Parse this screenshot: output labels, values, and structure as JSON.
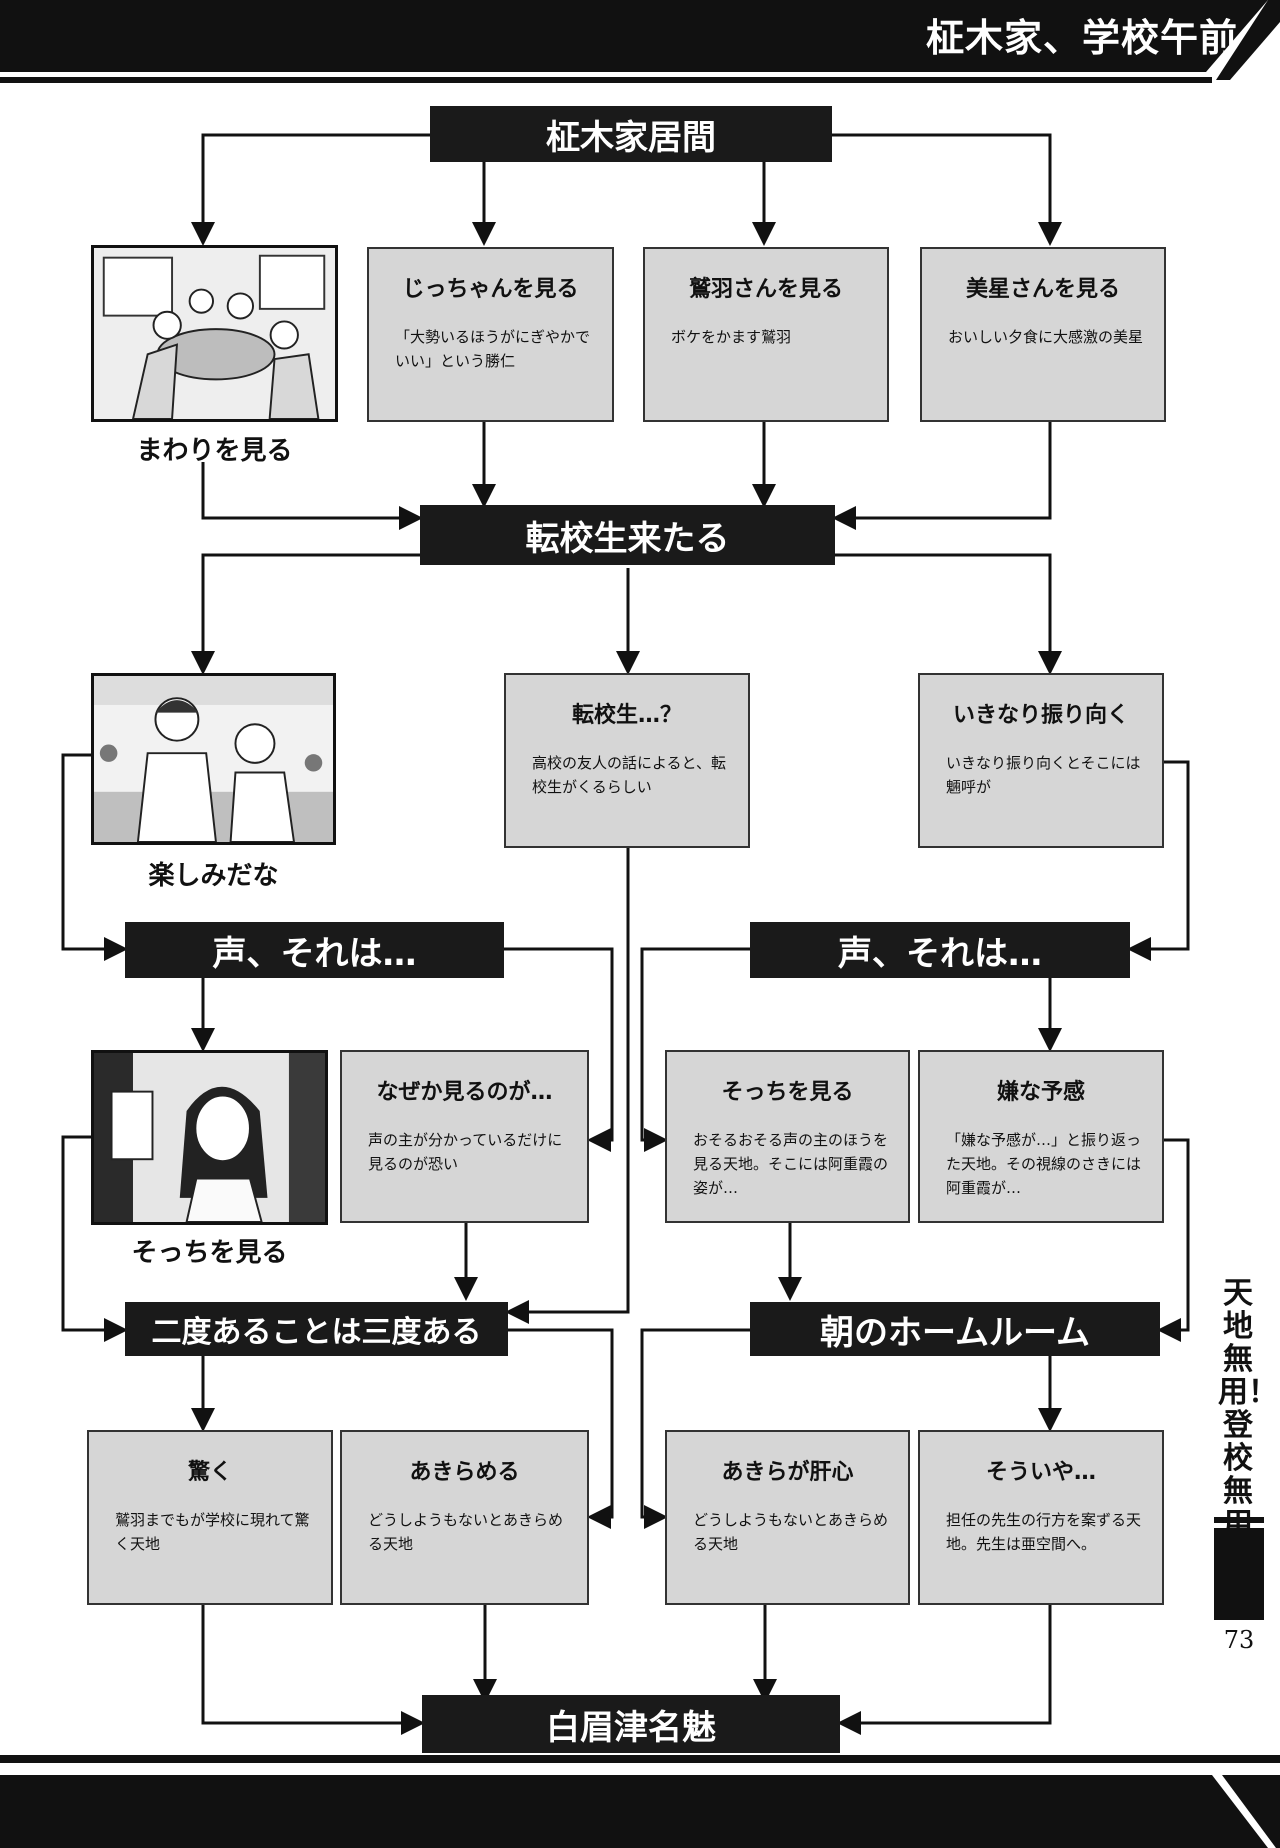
{
  "header": {
    "title": "柾木家、学校午前"
  },
  "sidebar": {
    "title": "天地無用！登校無用",
    "page_number": "73"
  },
  "nodes": {
    "living": "柾木家居間",
    "transfer": "転校生来たる",
    "voice_left": "声、それは…",
    "voice_right": "声、それは…",
    "twice": "二度あることは三度ある",
    "homeroom": "朝のホームルーム",
    "final": "白眉津名魅"
  },
  "boxes": {
    "jicchan": {
      "title": "じっちゃんを見る",
      "text": "「大勢いるほうがにぎやかでいい」という勝仁"
    },
    "washu": {
      "title": "鷲羽さんを見る",
      "text": "ボケをかます鷲羽"
    },
    "mihoshi": {
      "title": "美星さんを見る",
      "text": "おいしい夕食に大感激の美星"
    },
    "tenkousei": {
      "title": "転校生…？",
      "text": "高校の友人の話によると、転校生がくるらしい"
    },
    "ikinari": {
      "title": "いきなり振り向く",
      "text": "いきなり振り向くとそこには魎呼が"
    },
    "naze": {
      "title": "なぜか見るのが…",
      "text": "声の主が分かっているだけに見るのが恐い"
    },
    "socchi": {
      "title": "そっちを見る",
      "text": "おそるおそる声の主のほうを見る天地。そこには阿重霞の姿が…"
    },
    "iyana": {
      "title": "嫌な予感",
      "text": "「嫌な予感が…」と振り返った天地。その視線のさきには阿重霞が…"
    },
    "odoroku": {
      "title": "驚く",
      "text": "鷲羽までもが学校に現れて驚く天地"
    },
    "akirameru": {
      "title": "あきらめる",
      "text": "どうしようもないとあきらめる天地"
    },
    "akiraga": {
      "title": "あきらが肝心",
      "text": "どうしようもないとあきらめる天地"
    },
    "souiya": {
      "title": "そういや…",
      "text": "担任の先生の行方を案ずる天地。先生は亜空間へ。"
    }
  },
  "panels": {
    "mawari": {
      "caption": "まわりを見る"
    },
    "tanoshimi": {
      "caption": "楽しみだな"
    },
    "socchi_img": {
      "caption": "そっちを見る"
    }
  }
}
